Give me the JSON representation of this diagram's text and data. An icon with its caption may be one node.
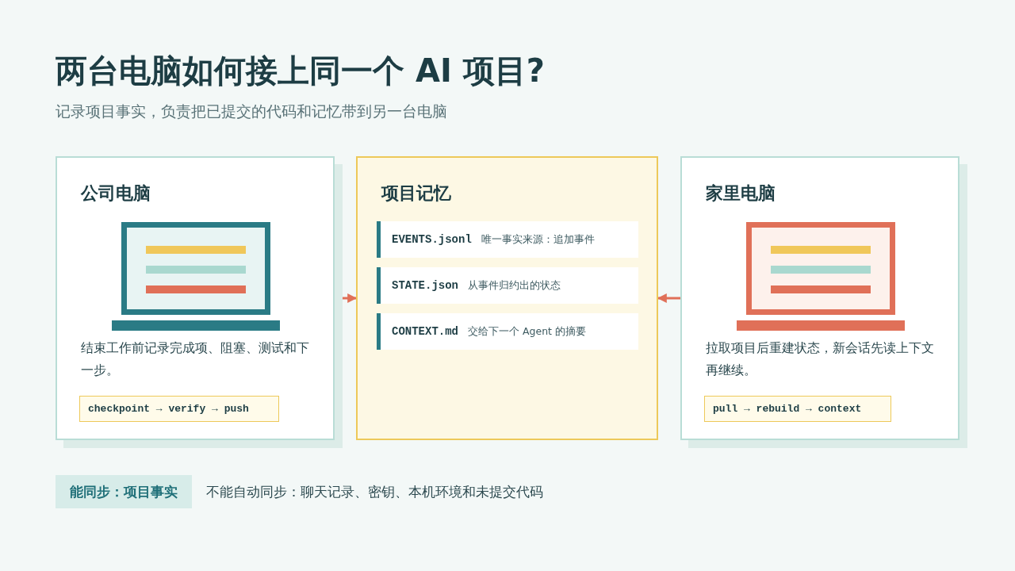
{
  "diagram": {
    "title": "两台电脑如何接上同一个 AI 项目?",
    "nodes": [
      {
        "text": [
          "公司电脑",
          "结束工作前记录完成项、阻塞、测试和下一步。"
        ]
      },
      {
        "text": [
          "checkpoint → verify → push"
        ],
        "in": 0
      },
      {
        "text": [
          "项目记忆"
        ]
      },
      {
        "text": [
          "EVENTS.jsonl",
          "唯一事实来源：追加事件"
        ],
        "in": 2
      },
      {
        "text": [
          "STATE.json",
          "从事件归约出的状态"
        ],
        "in": 2
      },
      {
        "text": [
          "CONTEXT.md",
          "交给下一个 Agent 的摘要"
        ],
        "in": 2
      },
      {
        "text": [
          "家里电脑",
          "拉取项目后重建状态，新会话先读上下文再继续。"
        ]
      },
      {
        "text": [
          "pull → rebuild → context"
        ],
        "in": 6
      },
      {
        "text": [
          "能同步：项目事实"
        ]
      }
    ],
    "edges": [
      {
        "from": 0,
        "to": 2,
        "arrow": "to"
      },
      {
        "from": 6,
        "to": 2,
        "arrow": "to"
      }
    ],
    "labels": [
      "记录项目事实，负责把已提交的代码和记忆带到另一台电脑",
      "不能自动同步：聊天记录、密钥、本机环境和未提交代码"
    ]
  }
}
